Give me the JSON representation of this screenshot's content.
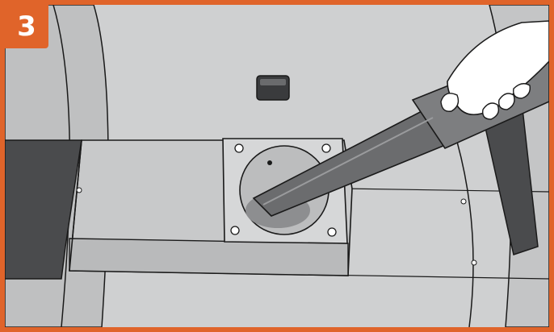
{
  "step": {
    "number": "3"
  },
  "colors": {
    "frame": "#e0642a",
    "background": "#cfd0d1",
    "box_face": "#c8c9ca",
    "box_front": "#b9babb",
    "dark_panel": "#4a4b4d",
    "nozzle": "#6b6c6e",
    "hand": "#ffffff",
    "outline": "#1a1a1a"
  },
  "illustration": {
    "subject": "hand-vacuum-nozzle-cleaning-grease-chute",
    "elements": [
      "grease-box",
      "drain-hole",
      "debris",
      "vacuum-nozzle",
      "hand",
      "handle-bracket",
      "screws"
    ]
  }
}
